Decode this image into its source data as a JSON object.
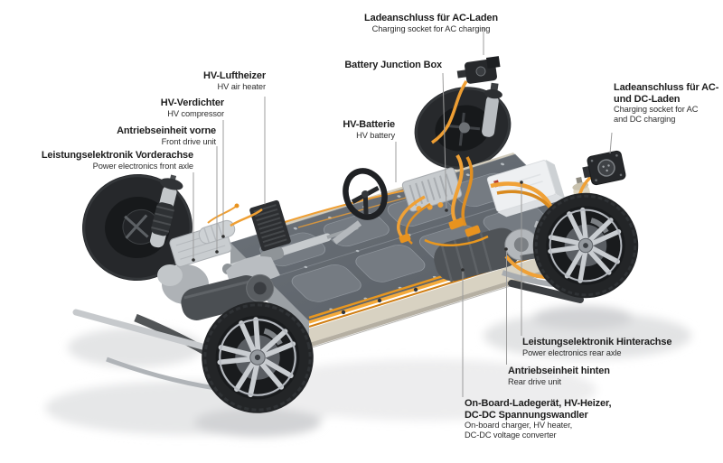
{
  "figure": {
    "type": "technical-cutaway-diagram",
    "subject": "Electric vehicle skateboard chassis with HV battery and drive components",
    "background_color": "#ffffff",
    "colors": {
      "label_text": "#1e1e1e",
      "label_subtext": "#2e2e2e",
      "leader_line": "#9c9c9c",
      "cable_orange": "#f0a136",
      "battery_gray": "#62686f",
      "sill_beige": "#d8d2c2",
      "tire_dark": "#232527",
      "metal_silver": "#c7cbcf",
      "power_electronics_white": "#eef0f2"
    }
  },
  "labels": {
    "ac_charging": {
      "de": [
        "Ladeanschluss für AC-Laden"
      ],
      "en": [
        "Charging socket for AC charging"
      ]
    },
    "battery_junction_box": {
      "de": [
        "Battery Junction Box"
      ]
    },
    "hv_air_heater": {
      "de": [
        "HV-Luftheizer"
      ],
      "en": [
        "HV air heater"
      ]
    },
    "hv_compressor": {
      "de": [
        "HV-Verdichter"
      ],
      "en": [
        "HV compressor"
      ]
    },
    "front_drive_unit": {
      "de": [
        "Antriebseinheit vorne"
      ],
      "en": [
        "Front drive unit"
      ]
    },
    "power_electronics_front_axle": {
      "de": [
        "Leistungselektronik Vorderachse"
      ],
      "en": [
        "Power electronics front axle"
      ]
    },
    "hv_battery": {
      "de": [
        "HV-Batterie"
      ],
      "en": [
        "HV battery"
      ]
    },
    "ac_dc_charging": {
      "de": [
        "Ladeanschluss für AC-",
        "und DC-Laden"
      ],
      "en": [
        "Charging socket for AC",
        "and DC charging"
      ]
    },
    "power_electronics_rear_axle": {
      "de": [
        "Leistungselektronik Hinterachse"
      ],
      "en": [
        "Power electronics rear axle"
      ]
    },
    "rear_drive_unit": {
      "de": [
        "Antriebseinheit hinten"
      ],
      "en": [
        "Rear drive unit"
      ]
    },
    "onboard_charger": {
      "de": [
        "On-Board-Ladegerät, HV-Heizer,",
        "DC-DC Spannungswandler"
      ],
      "en": [
        "On-board charger, HV heater,",
        "DC-DC voltage converter"
      ]
    }
  }
}
